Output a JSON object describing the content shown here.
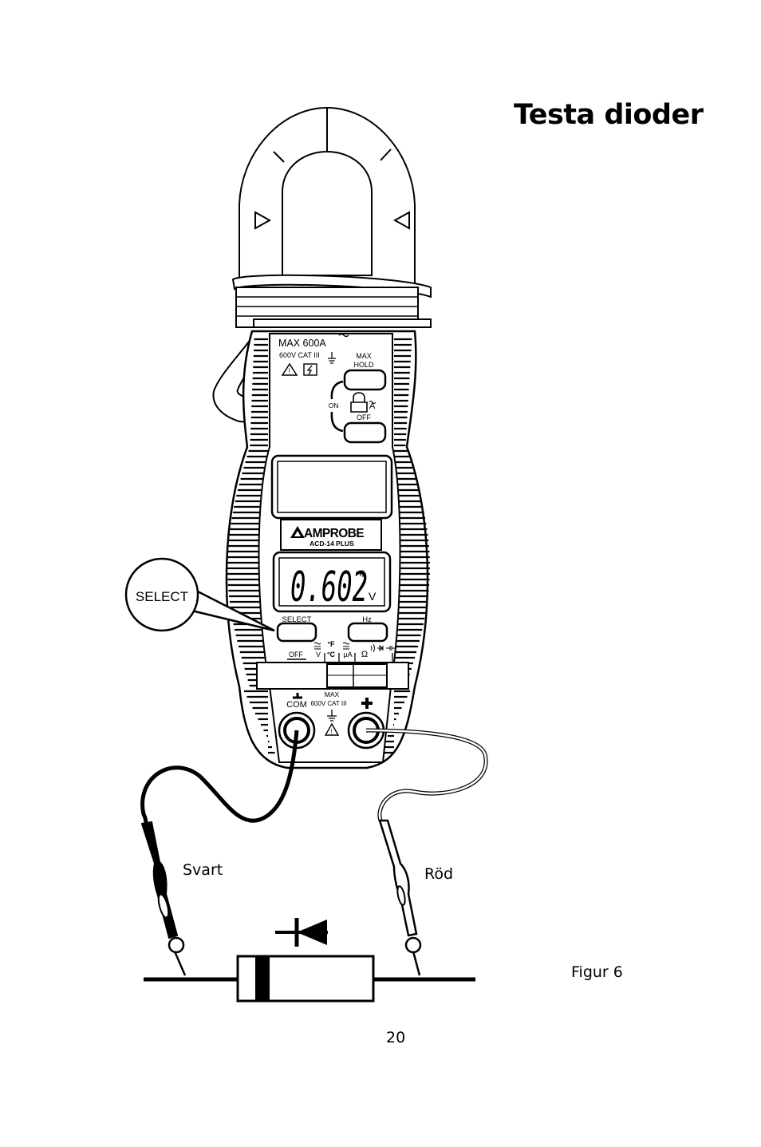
{
  "page": {
    "title": "Testa dioder",
    "figure_caption": "Figur 6",
    "page_number": "20"
  },
  "labels": {
    "black_lead": "Svart",
    "red_lead": "Röd",
    "callout": "SELECT"
  },
  "meter": {
    "max_rating": "MAX 600A",
    "category": "600V CAT III",
    "max_hold_line1": "MAX",
    "max_hold_line2": "HOLD",
    "on_label": "ON",
    "off_label": "OFF",
    "brand": "AMPROBE",
    "model": "ACD-14 PLUS",
    "display_reading": "0.602",
    "display_unit": "V",
    "select_button": "SELECT",
    "hz_button": "Hz",
    "dial_off": "OFF",
    "dial_v": "V",
    "dial_f": "°F",
    "dial_c": "°C",
    "dial_ua": "µA",
    "dial_ohm": "Ω",
    "jack_com": "COM",
    "jack_max": "MAX",
    "jack_category": "600V CAT III"
  }
}
